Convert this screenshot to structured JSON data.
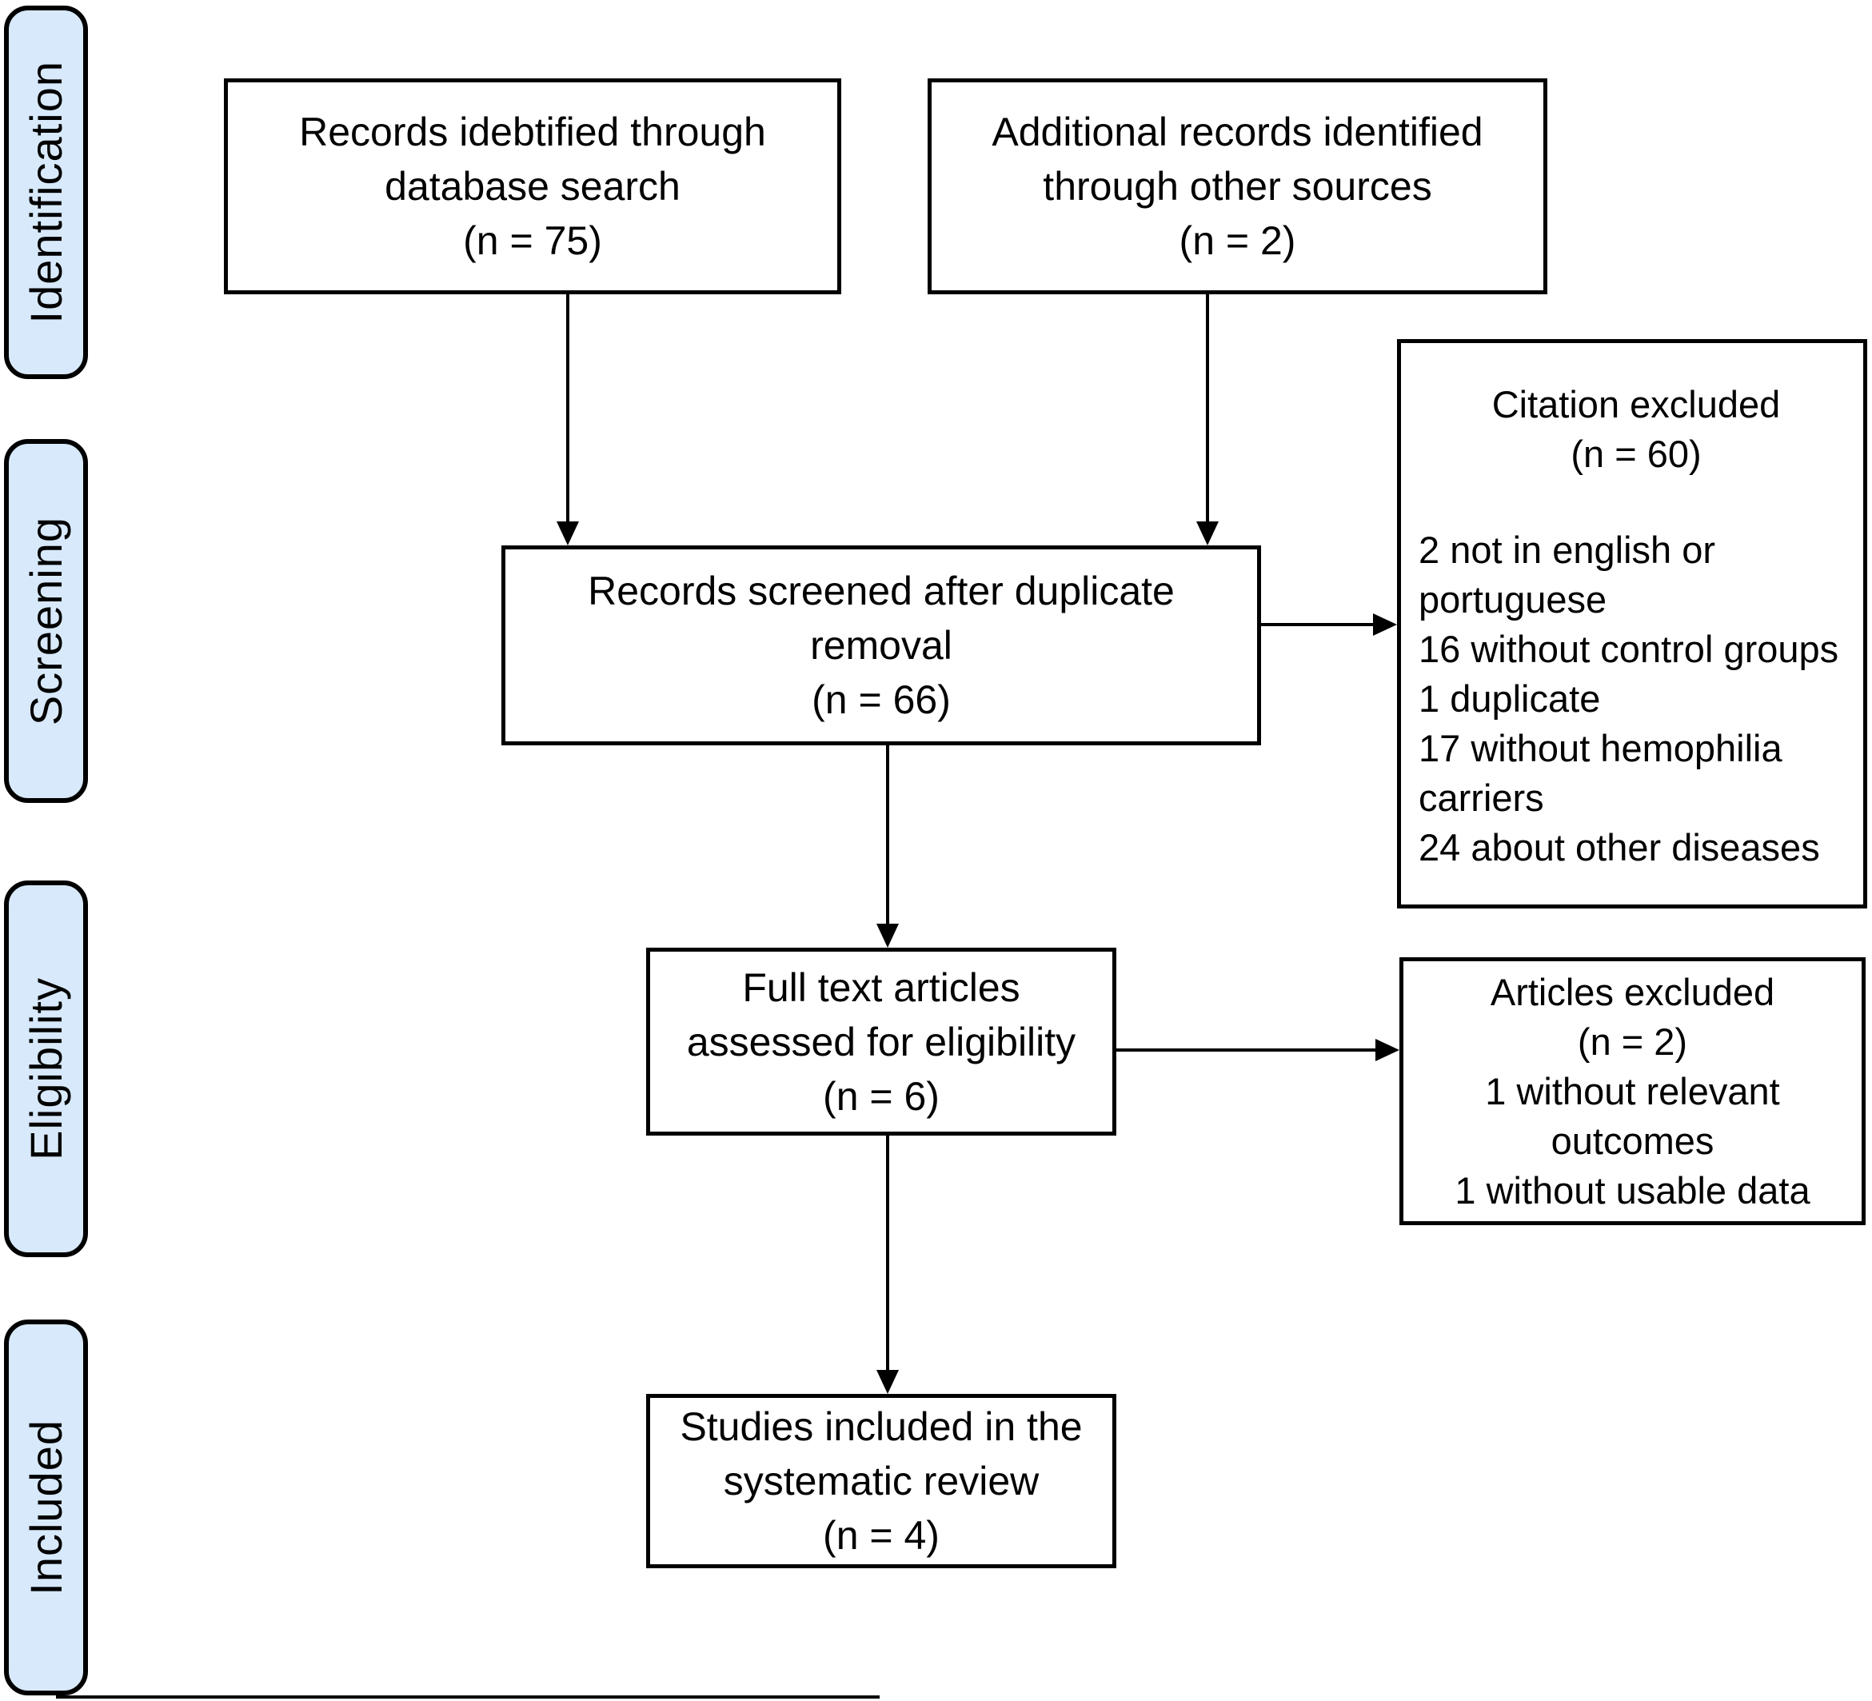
{
  "diagram": {
    "stages": [
      {
        "id": "identification",
        "label": "Identification"
      },
      {
        "id": "screening",
        "label": "Screening"
      },
      {
        "id": "eligibility",
        "label": "Eligibility"
      },
      {
        "id": "included",
        "label": "Included"
      }
    ],
    "boxes": {
      "records_identified": {
        "lines": [
          "Records idebtified through",
          "database search",
          "(n = 75)"
        ]
      },
      "additional_records": {
        "lines": [
          "Additional records identified",
          "through other sources",
          "(n = 2)"
        ]
      },
      "records_screened": {
        "lines": [
          "Records screened after duplicate",
          "removal",
          "(n = 66)"
        ]
      },
      "citation_excluded": {
        "title": "Citation excluded",
        "count": "(n = 60)",
        "reasons": [
          "2 not in english or portuguese",
          "16 without control groups",
          "1 duplicate",
          "17 without hemophilia carriers",
          "24 about other diseases"
        ]
      },
      "full_text_assessed": {
        "lines": [
          "Full text articles",
          "assessed for eligibility",
          "(n = 6)"
        ]
      },
      "articles_excluded": {
        "title": "Articles excluded",
        "count": "(n = 2)",
        "reasons": [
          "1 without relevant outcomes",
          "1 without usable data"
        ]
      },
      "studies_included": {
        "lines": [
          "Studies included in the",
          "systematic review",
          "(n = 4)"
        ]
      }
    },
    "colors": {
      "stage_fill": "#d7e9fa",
      "border": "#000000",
      "background": "#ffffff",
      "text": "#000000"
    }
  }
}
